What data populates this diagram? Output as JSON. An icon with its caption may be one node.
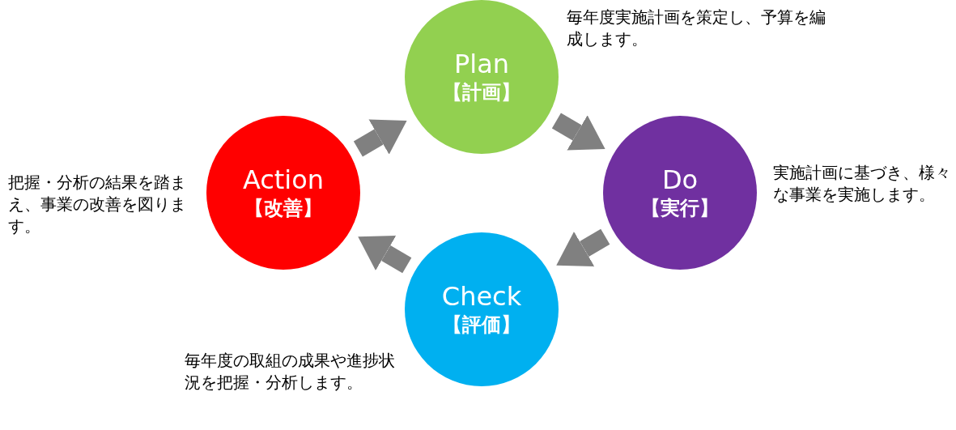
{
  "diagram": {
    "nodes": [
      {
        "text": [
          "Plan",
          "【計画】"
        ],
        "beside": [
          "毎年度実施計画を策定し、予算を編成します。"
        ]
      },
      {
        "text": [
          "Do",
          "【実行】"
        ],
        "beside": [
          "実施計画に基づき、様々な事業を実施します。"
        ]
      },
      {
        "text": [
          "Check",
          "【評価】"
        ],
        "beside": [
          "毎年度の取組の成果や進捗状況を把握・分析します。"
        ]
      },
      {
        "text": [
          "Action",
          "【改善】"
        ],
        "beside": [
          "把握・分析の結果を踏まえ、事業の改善を図ります。"
        ]
      }
    ],
    "edges": [
      {
        "from": 0,
        "to": 1,
        "arrow": "to"
      },
      {
        "from": 1,
        "to": 2,
        "arrow": "to"
      },
      {
        "from": 2,
        "to": 3,
        "arrow": "to"
      },
      {
        "from": 3,
        "to": 0,
        "arrow": "to"
      }
    ]
  }
}
